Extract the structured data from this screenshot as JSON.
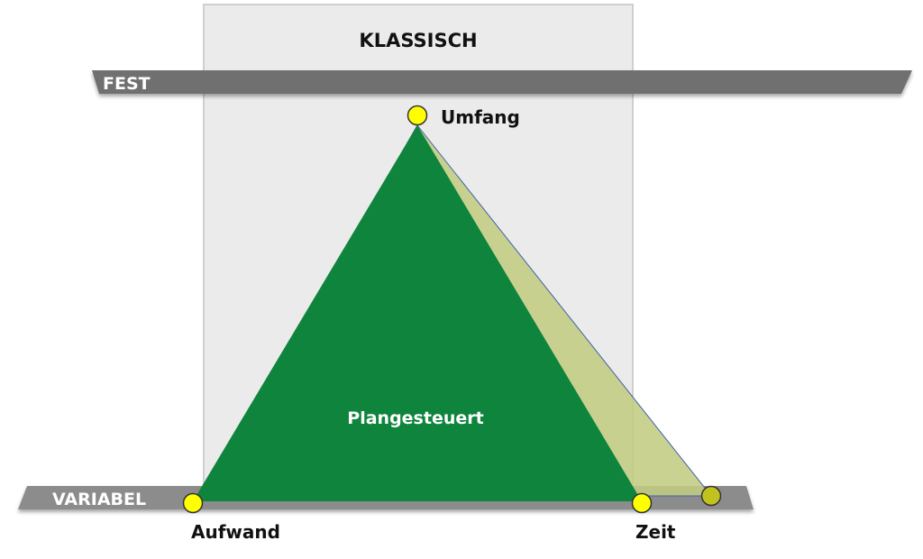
{
  "panel": {
    "title": "KLASSISCH"
  },
  "bars": {
    "fixed": {
      "label": "FEST"
    },
    "variable": {
      "label": "VARIABEL"
    }
  },
  "triangle": {
    "label": "Plangesteuert"
  },
  "vertices": {
    "top": {
      "label": "Umfang"
    },
    "bottom_left": {
      "label": "Aufwand"
    },
    "bottom_right": {
      "label": "Zeit"
    }
  },
  "colors": {
    "panel_fill": "#ebebeb",
    "panel_border": "#cfcfcf",
    "bar_fill": "#707070",
    "variable_bar_fill": "#8c8c8c",
    "triangle_fill": "#0e843c",
    "shadow_triangle_fill": "#c3cc82",
    "marker_fill": "#ffff00",
    "shadow_marker_fill": "#c2c21e",
    "text_dark": "#111111",
    "text_light": "#ffffff"
  }
}
